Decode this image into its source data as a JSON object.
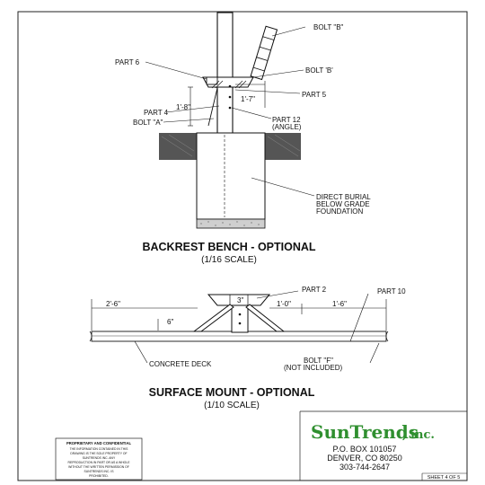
{
  "backrest": {
    "labels": {
      "bolt_b_top": "BOLT \"B\"",
      "part6": "PART 6",
      "bolt_b": "BOLT 'B'",
      "part5": "PART 5",
      "dim_1_7": "1'-7\"",
      "dim_1_8": "1'-8\"",
      "part4": "PART 4",
      "bolt_a": "BOLT \"A\"",
      "part12": "PART 12",
      "part12_sub": "(ANGLE)",
      "burial_1": "DIRECT BURIAL",
      "burial_2": "BELOW GRADE",
      "burial_3": "FOUNDATION"
    },
    "title": "BACKREST BENCH - OPTIONAL",
    "scale": "(1/16 SCALE)"
  },
  "surface": {
    "labels": {
      "part2": "PART 2",
      "part10": "PART 10",
      "dim_2_6": "2'-6\"",
      "dim_3": "3\"",
      "dim_1_0": "1'-0\"",
      "dim_1_6": "1'-6\"",
      "dim_6": "6\"",
      "concrete": "CONCRETE DECK",
      "bolt_f": "BOLT \"F\"",
      "bolt_f_sub": "(NOT INCLUDED)"
    },
    "title": "SURFACE MOUNT - OPTIONAL",
    "scale": "(1/10 SCALE)"
  },
  "proprietary": {
    "heading": "PROPRIETARY AND CONFIDENTIAL",
    "lines": [
      "THE INFORMATION CONTAINED IN THIS",
      "DRAWING IS THE SOLE PROPERTY OF",
      "SUNTRENDS INC. ANY",
      "REPRODUCTION IN PART OR AS A WHOLE",
      "WITHOUT THE WRITTEN PERMISSION OF",
      "SUNTRENDS INC. IS",
      "PROHIBITED."
    ]
  },
  "company": {
    "logo": "SunTrends",
    "logo_suffix": ", inc.",
    "address1": "P.O. BOX 101057",
    "address2": "DENVER, CO 80250",
    "phone": "303-744-2647",
    "sheet": "SHEET 4 OF 5",
    "brand_color": "#2f8f2f"
  }
}
